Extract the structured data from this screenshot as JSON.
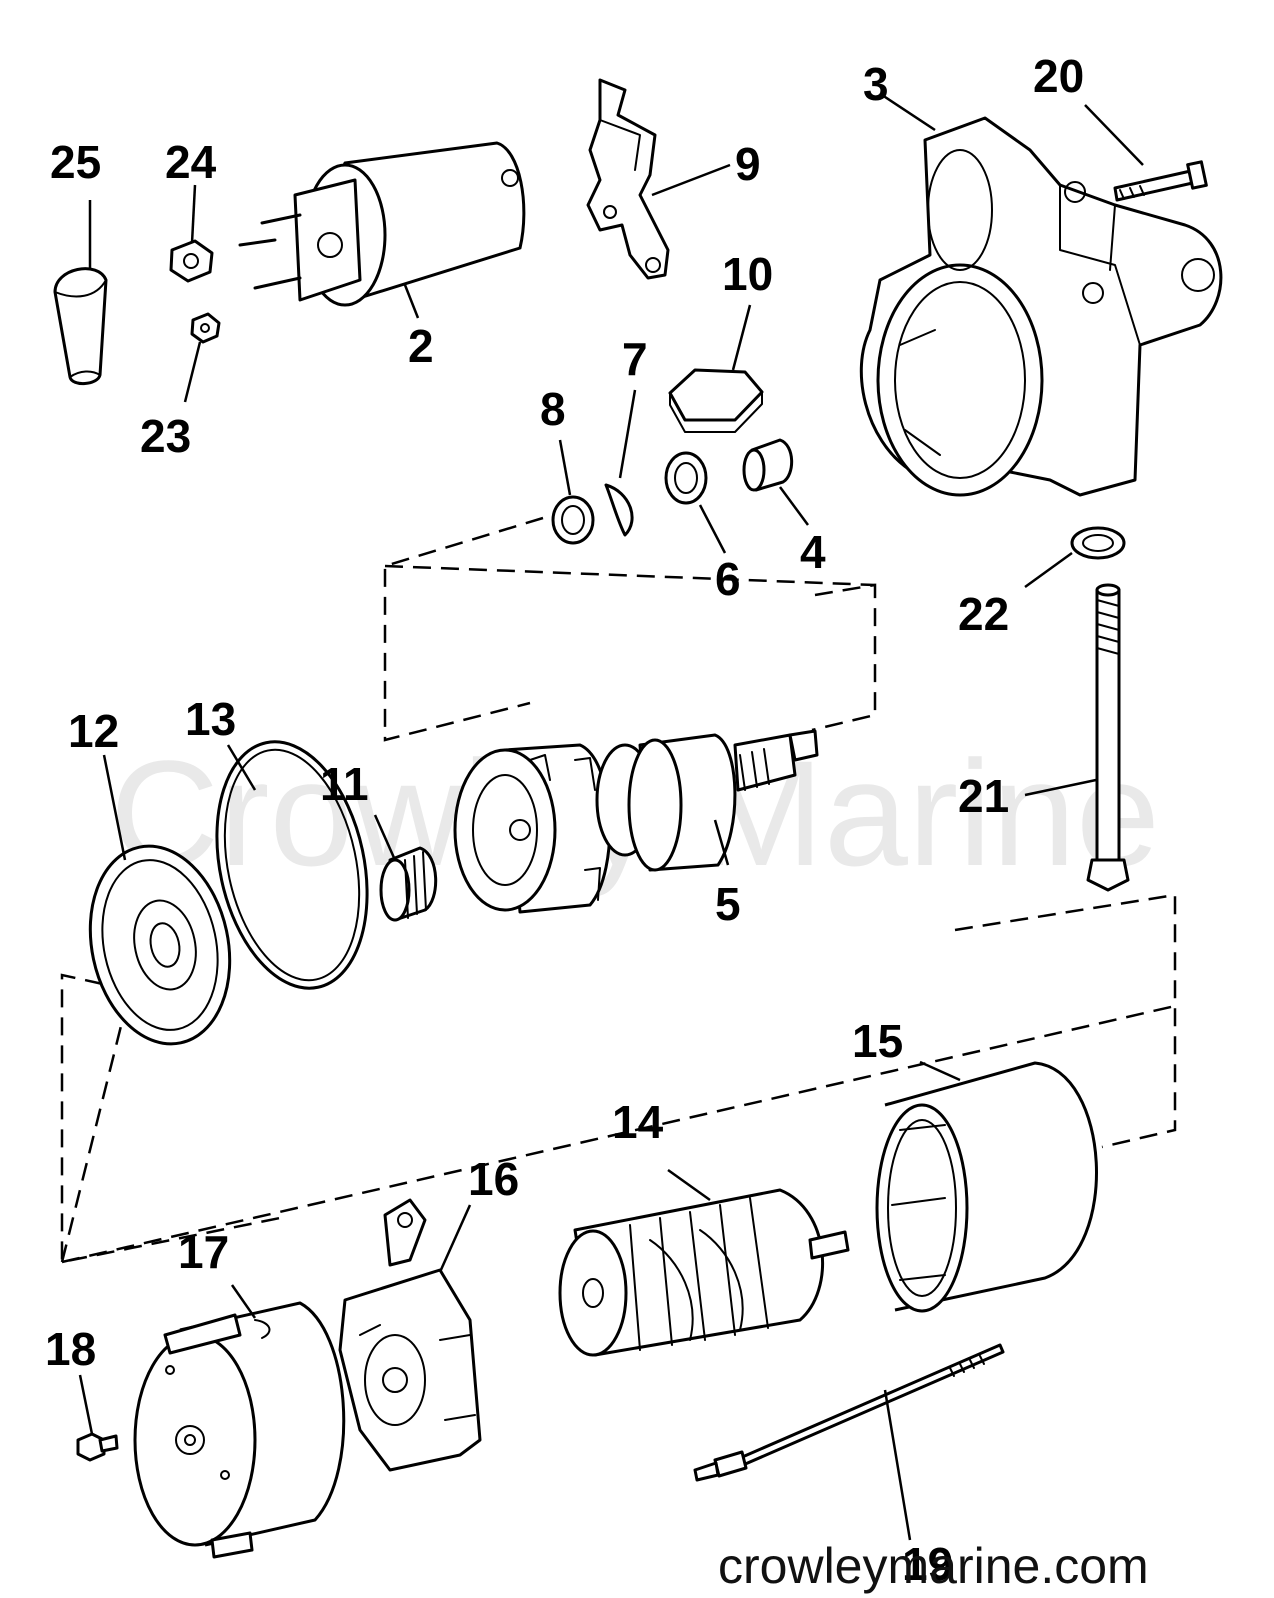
{
  "watermark": "Crowley Marine",
  "credit": "crowleymarine.com",
  "callouts": {
    "n2": "2",
    "n3": "3",
    "n4": "4",
    "n5": "5",
    "n6": "6",
    "n7": "7",
    "n8": "8",
    "n9": "9",
    "n10": "10",
    "n11": "11",
    "n12": "12",
    "n13": "13",
    "n14": "14",
    "n15": "15",
    "n16": "16",
    "n17": "17",
    "n18": "18",
    "n19": "19",
    "n20": "20",
    "n21": "21",
    "n22": "22",
    "n23": "23",
    "n24": "24",
    "n25": "25"
  }
}
